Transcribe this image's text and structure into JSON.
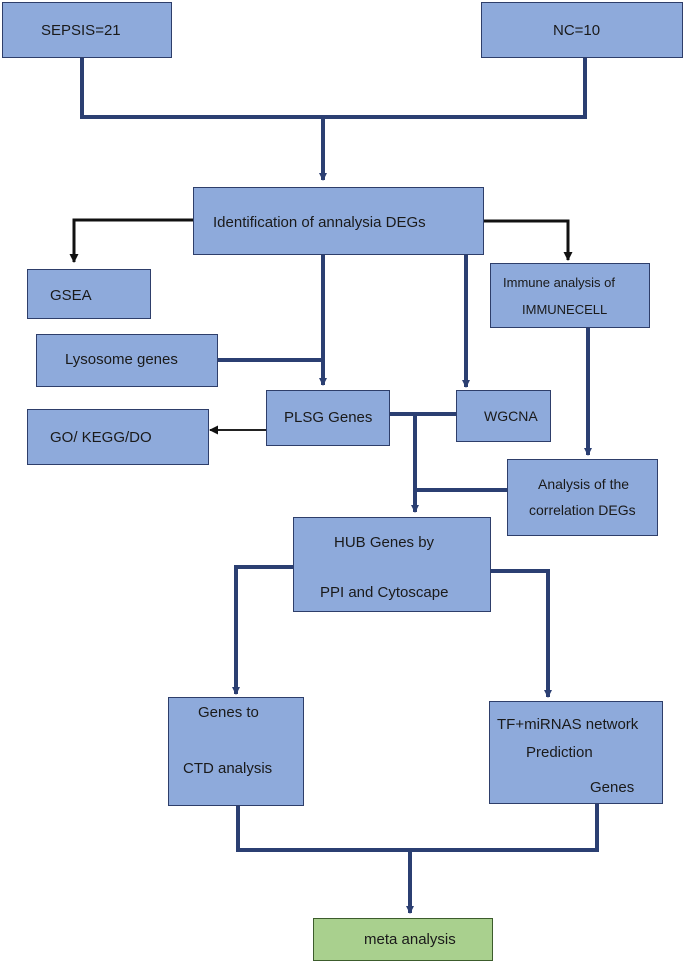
{
  "nodes": {
    "sepsis": "SEPSIS=21",
    "nc": "NC=10",
    "identification": "Identification of annalysia DEGs",
    "gsea": "GSEA",
    "immune_line1": "Immune analysis of",
    "immune_line2": "IMMUNECELL",
    "lysosome": "Lysosome genes",
    "plsg": "PLSG Genes",
    "wgcna": "WGCNA",
    "go_kegg": "GO/ KEGG/DO",
    "correlation_line1": "Analysis of the",
    "correlation_line2": "correlation DEGs",
    "hub_line1": "HUB Genes by",
    "hub_line2": "PPI and Cytoscape",
    "ctd_line1": "Genes to",
    "ctd_line2": "CTD analysis",
    "tf_line1": "TF+miRNAS network",
    "tf_line2": "Prediction",
    "tf_line3": "Genes",
    "meta": "meta analysis"
  },
  "colors": {
    "box_fill": "#8eaadb",
    "final_box_fill": "#a9d08e",
    "connector": "#2b3f72"
  }
}
